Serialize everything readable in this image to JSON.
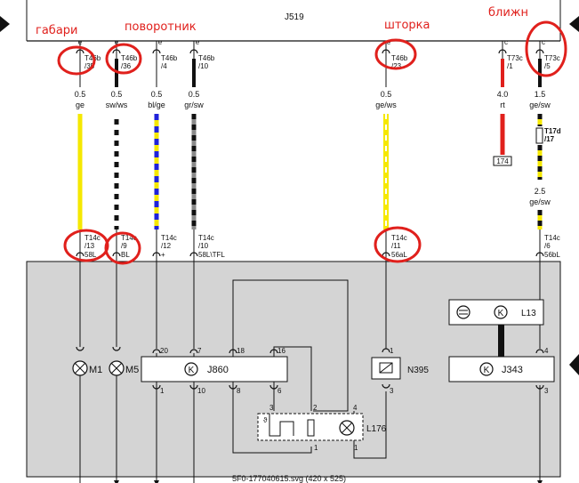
{
  "header": {
    "title": "J519"
  },
  "annotations": {
    "gabarit": "габари",
    "povorotnik": "поворотник",
    "shtorka": "шторка",
    "blizhn": "ближн"
  },
  "top_connectors": [
    {
      "letter": "e",
      "name": "T46b",
      "pin": "/35",
      "gauge": "0.5",
      "color": "ge"
    },
    {
      "letter": "e",
      "name": "T46b",
      "pin": "/36",
      "gauge": "0.5",
      "color": "sw/ws"
    },
    {
      "letter": "e",
      "name": "T46b",
      "pin": "/4",
      "gauge": "0.5",
      "color": "bl/ge"
    },
    {
      "letter": "e",
      "name": "T46b",
      "pin": "/10",
      "gauge": "0.5",
      "color": "gr/sw"
    },
    {
      "letter": "e",
      "name": "T46b",
      "pin": "/23",
      "gauge": "0.5",
      "color": "ge/ws"
    },
    {
      "letter": "c",
      "name": "T73c",
      "pin": "/1",
      "gauge": "4.0",
      "color": "rt"
    },
    {
      "letter": "c",
      "name": "T73c",
      "pin": "/5",
      "gauge": "1.5",
      "color": "ge/sw"
    }
  ],
  "mid_connector": {
    "name": "T17d",
    "pin": "/17"
  },
  "wire_after_mid": {
    "gauge": "2.5",
    "color": "ge/sw"
  },
  "ref_box": "174",
  "bottom_connectors": [
    {
      "name": "T14c",
      "pin": "/13",
      "signal": "58L"
    },
    {
      "name": "T14c",
      "pin": "/9",
      "signal": "BL"
    },
    {
      "name": "T14c",
      "pin": "/12",
      "signal": "+"
    },
    {
      "name": "T14c",
      "pin": "/10",
      "signal": "58L\\TFL"
    },
    {
      "name": "T14c",
      "pin": "/11",
      "signal": "56aL"
    },
    {
      "name": "T14c",
      "pin": "/6",
      "signal": "56bL"
    }
  ],
  "components": {
    "m1": "M1",
    "m5": "M5",
    "j860": "J860",
    "n395": "N395",
    "l176": "L176",
    "l13": "L13",
    "j343": "J343"
  },
  "pins": {
    "j860_top": [
      "20",
      "7",
      "18",
      "16"
    ],
    "j860_bottom": [
      "1",
      "10",
      "8",
      "6"
    ],
    "n395_top": "1",
    "n395_bottom": "3",
    "j343_top": "4",
    "j343_bottom": "3",
    "l176_top": [
      "3",
      "2",
      "4"
    ],
    "l176_bottom": [
      "1",
      "1"
    ]
  },
  "footer": {
    "caption": "5F0-177040615.svg (420 x 525)"
  },
  "colors": {
    "yellow": "#f5e800",
    "blue": "#1f22d9",
    "black": "#111111",
    "grey": "#8a8a8a",
    "red": "#e0201c",
    "panel": "#d4d4d4"
  }
}
